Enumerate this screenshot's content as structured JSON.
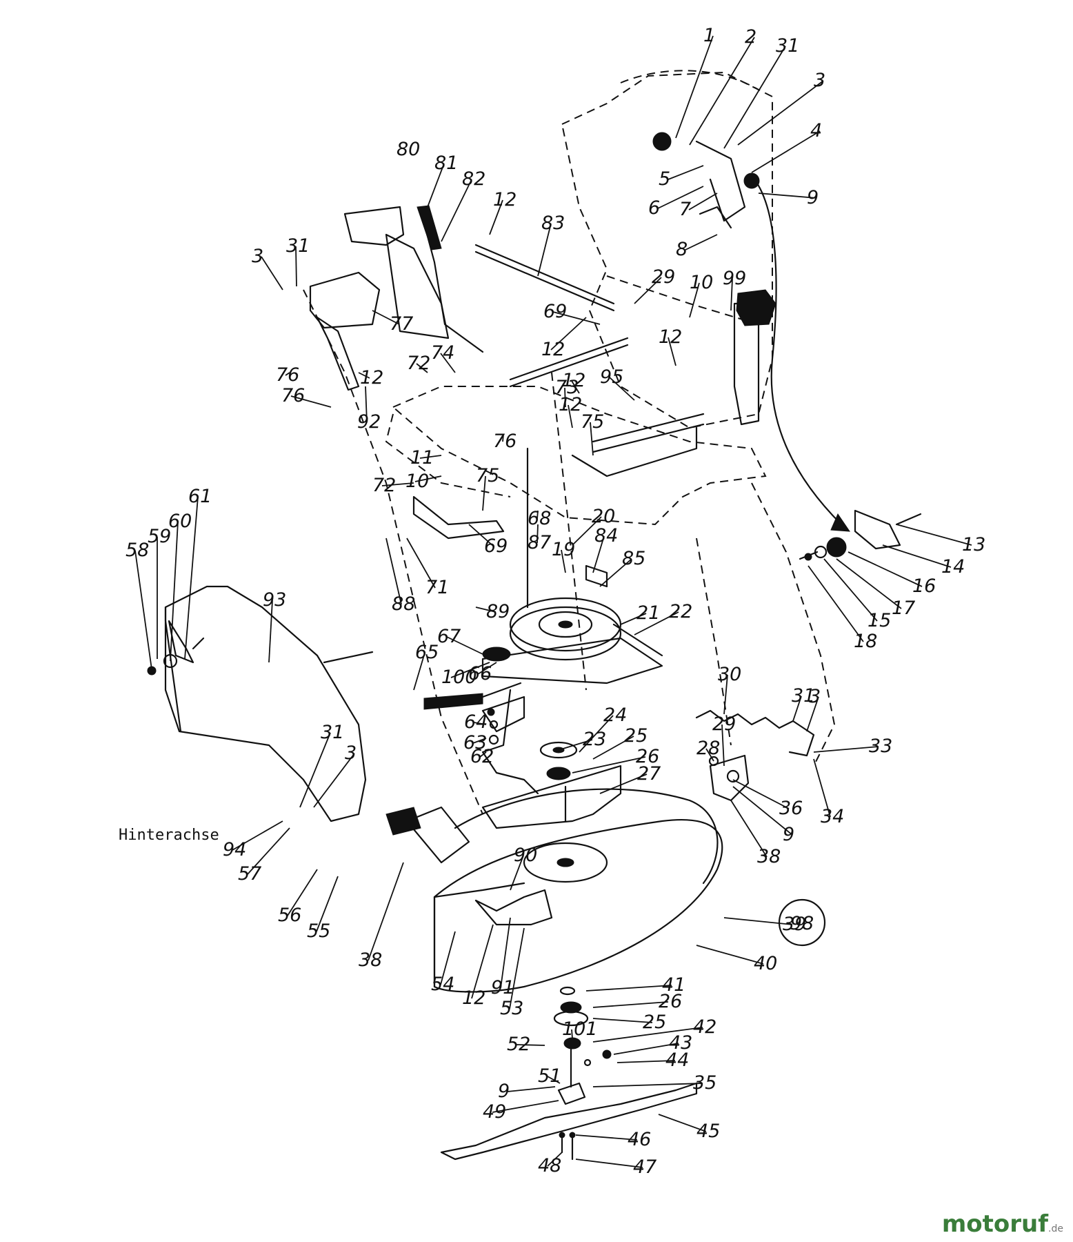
{
  "diagram": {
    "axle_label": "Hinterachse",
    "group_badge": "98",
    "watermark": {
      "main": "motoruf",
      "suffix": ".de"
    },
    "callouts": [
      "1",
      "2",
      "31",
      "3",
      "4",
      "5",
      "6",
      "7",
      "9",
      "8",
      "80",
      "81",
      "82",
      "12",
      "83",
      "3",
      "31",
      "29",
      "10",
      "99",
      "77",
      "12",
      "69",
      "12",
      "12",
      "72",
      "74",
      "73",
      "12",
      "95",
      "76",
      "76",
      "12",
      "92",
      "76",
      "75",
      "11",
      "10",
      "72",
      "75",
      "68",
      "87",
      "20",
      "84",
      "85",
      "19",
      "61",
      "60",
      "59",
      "58",
      "69",
      "71",
      "88",
      "89",
      "21",
      "22",
      "13",
      "14",
      "16",
      "17",
      "15",
      "18",
      "93",
      "65",
      "67",
      "100",
      "66",
      "30",
      "31",
      "3",
      "29",
      "33",
      "28",
      "34",
      "36",
      "9",
      "38",
      "23",
      "24",
      "25",
      "64",
      "63",
      "62",
      "26",
      "27",
      "31",
      "3",
      "Hinterachse",
      "94",
      "57",
      "56",
      "55",
      "90",
      "39",
      "38",
      "40",
      "54",
      "12",
      "91",
      "53",
      "41",
      "26",
      "25",
      "101",
      "42",
      "43",
      "44",
      "52",
      "51",
      "35",
      "9",
      "49",
      "45",
      "46",
      "48",
      "47"
    ]
  }
}
